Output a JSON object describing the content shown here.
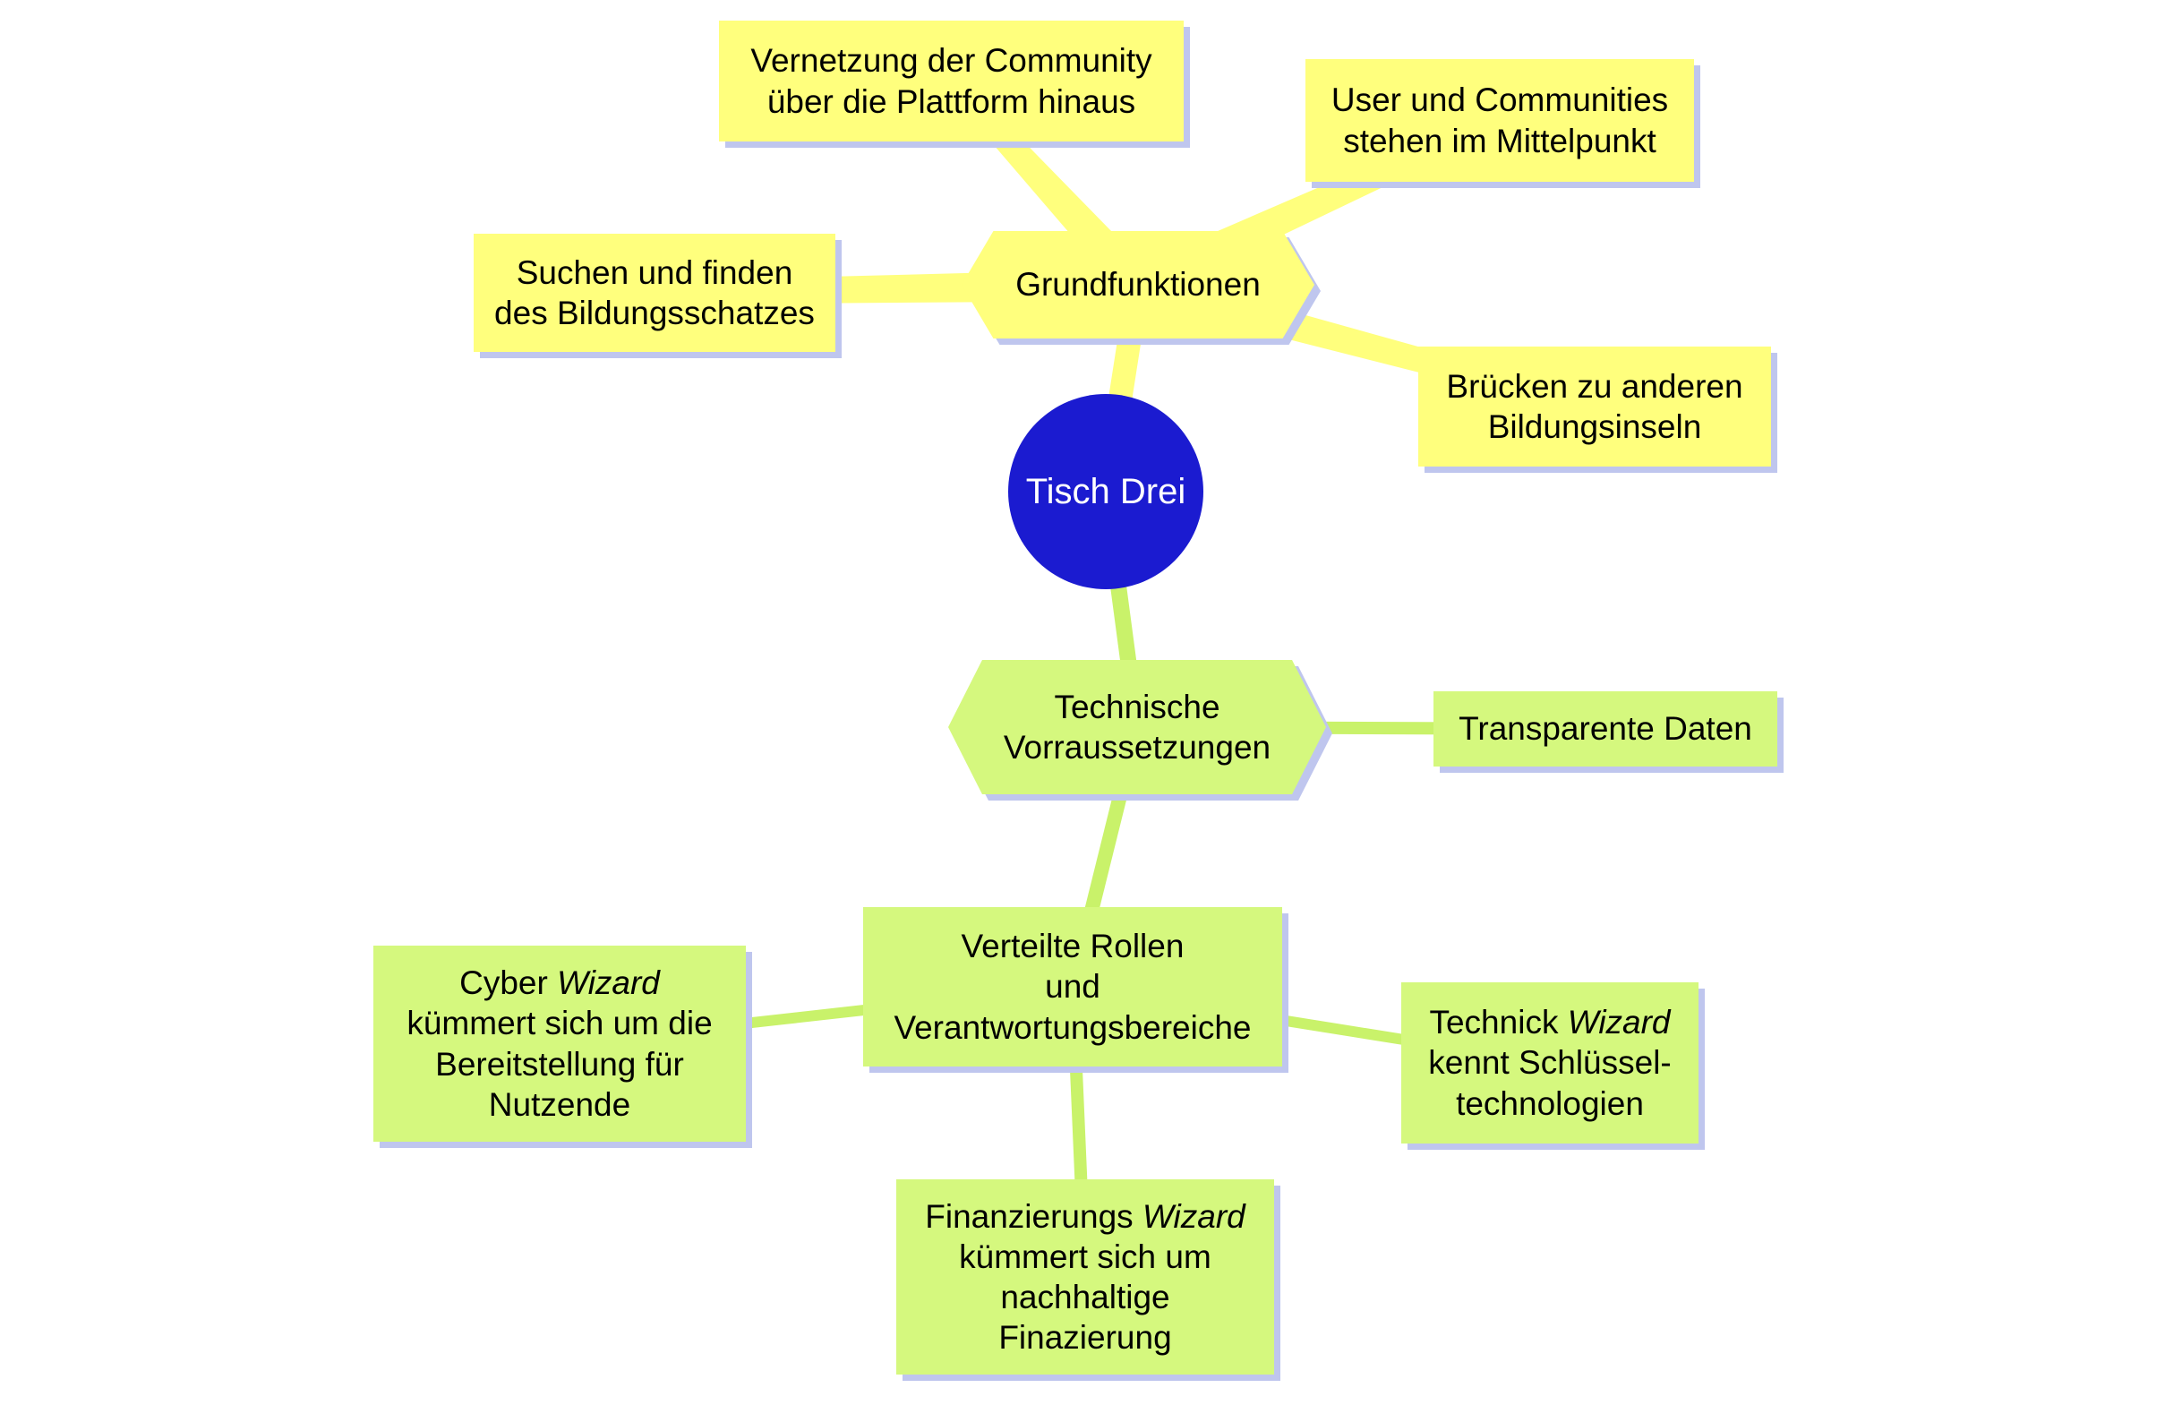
{
  "colors": {
    "yellow": "#ffff7d",
    "green": "#d5f87e",
    "green_line": "#c9f26a",
    "blue": "#1b1bd0",
    "shadow": "#bfc6ee",
    "text": "#000000"
  },
  "nodes": {
    "center": {
      "label": "Tisch Drei"
    },
    "grundfunktionen": {
      "label": "Grundfunktionen"
    },
    "vernetzung": {
      "label": "Vernetzung der Community\nüber die Plattform hinaus"
    },
    "user": {
      "label": "User und Communities\nstehen im Mittelpunkt"
    },
    "suchen": {
      "label": "Suchen und finden\ndes Bildungsschatzes"
    },
    "bruecken": {
      "label": "Brücken zu anderen\nBildungsinseln"
    },
    "technische": {
      "label": "Technische\nVorraussetzungen"
    },
    "transparente": {
      "label": "Transparente Daten"
    },
    "verteilte": {
      "label": "Verteilte Rollen\nund\nVerantwortungsbereiche"
    },
    "cyber": {
      "pre": "Cyber ",
      "italic": "Wizard",
      "post": "\nkümmert sich um die\nBereitstellung für\nNutzende"
    },
    "technick": {
      "pre": "Technick ",
      "italic": "Wizard",
      "post": "\nkennt Schlüssel-\ntechnologien"
    },
    "finanzierung": {
      "pre": "Finanzierungs ",
      "italic": "Wizard",
      "post": "\nkümmert sich um\nnachhaltige\nFinazierung"
    }
  }
}
